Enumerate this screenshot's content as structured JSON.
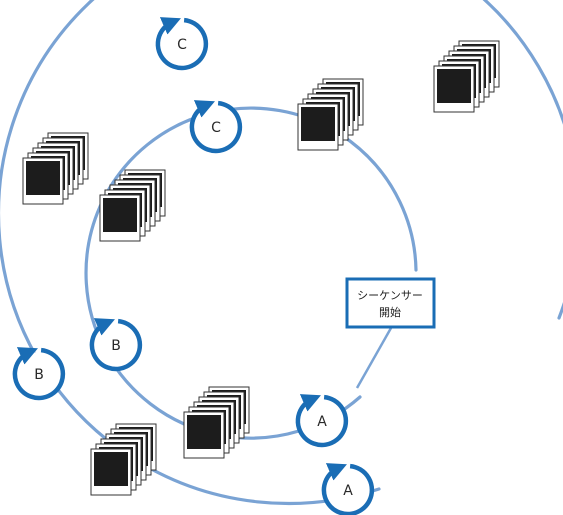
{
  "colors": {
    "ring": "#7aa3d4",
    "node_arrow": "#1a6db5",
    "sequencer_border": "#1a6db5",
    "photo_frame": "#ffffff",
    "photo_image": "#1c1c1c"
  },
  "outer_ring": {
    "nodes": [
      {
        "label": "C"
      },
      {
        "label": "B"
      },
      {
        "label": "A"
      }
    ]
  },
  "inner_ring": {
    "nodes": [
      {
        "label": "C"
      },
      {
        "label": "B"
      },
      {
        "label": "A"
      }
    ]
  },
  "sequencer": {
    "line1": "シーケンサー",
    "line2": "開始"
  },
  "photo_stacks": {
    "icon": "photo-stack-icon",
    "count": 6
  }
}
